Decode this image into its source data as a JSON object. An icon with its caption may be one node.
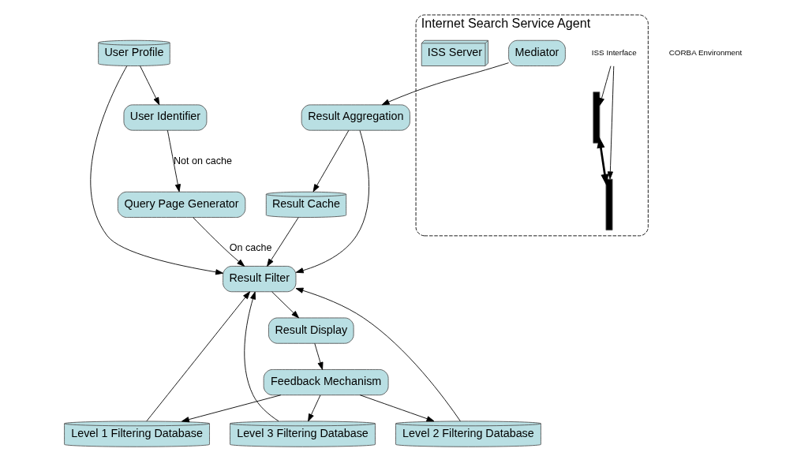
{
  "diagram": {
    "nodes": [
      {
        "text": [
          "User Identifier"
        ]
      },
      {
        "text": [
          "User Profile"
        ]
      },
      {
        "text": [
          "Query Page Generator"
        ]
      },
      {
        "text": [
          "Internet Search Service Agent"
        ]
      },
      {
        "text": [
          "ISS Interface"
        ],
        "in": 3
      },
      {
        "text": [
          "Mediator"
        ],
        "in": 3
      },
      {
        "text": [],
        "shape": "bar",
        "in": 3
      },
      {
        "text": [],
        "shape": "bar",
        "in": 3
      },
      {
        "text": [
          "ISS Server"
        ],
        "in": 3
      },
      {
        "text": [
          "Result Filter"
        ]
      },
      {
        "text": [
          "Result Aggregation"
        ]
      },
      {
        "text": [
          "Level 1 Filtering Database"
        ]
      },
      {
        "text": [
          "Level 2 Filtering Database"
        ]
      },
      {
        "text": [
          "Level 3 Filtering Database"
        ]
      },
      {
        "text": [
          "Result Display"
        ]
      },
      {
        "text": [
          "Feedback Mechanism"
        ]
      },
      {
        "text": [
          "Result Cache"
        ]
      }
    ],
    "edges": [
      {
        "from": 1,
        "to": 0,
        "arrow": "to"
      },
      {
        "from": 0,
        "to": 2,
        "arrow": "to",
        "label": "Not on cache"
      },
      {
        "from": 2,
        "to": 9,
        "arrow": "to",
        "label": "On cache"
      },
      {
        "from": 1,
        "to": 9,
        "arrow": "to"
      },
      {
        "from": 4,
        "to": 6,
        "arrow": "to"
      },
      {
        "from": 4,
        "to": 7,
        "arrow": "to"
      },
      {
        "from": 6,
        "to": 7,
        "arrow": "both",
        "style": "thick"
      },
      {
        "from": 5,
        "to": 10,
        "arrow": "to"
      },
      {
        "from": 10,
        "to": 9,
        "arrow": "to"
      },
      {
        "from": 10,
        "to": 16,
        "arrow": "to"
      },
      {
        "from": 16,
        "to": 9,
        "arrow": "to"
      },
      {
        "from": 11,
        "to": 9,
        "arrow": "to"
      },
      {
        "from": 12,
        "to": 9,
        "arrow": "to"
      },
      {
        "from": 13,
        "to": 9,
        "arrow": "to"
      },
      {
        "from": 9,
        "to": 14,
        "arrow": "to"
      },
      {
        "from": 14,
        "to": 15,
        "arrow": "to"
      },
      {
        "from": 15,
        "to": 11,
        "arrow": "to"
      },
      {
        "from": 15,
        "to": 12,
        "arrow": "to"
      },
      {
        "from": 15,
        "to": 13,
        "arrow": "to"
      }
    ],
    "labels": [
      "CORBA Environment"
    ]
  }
}
